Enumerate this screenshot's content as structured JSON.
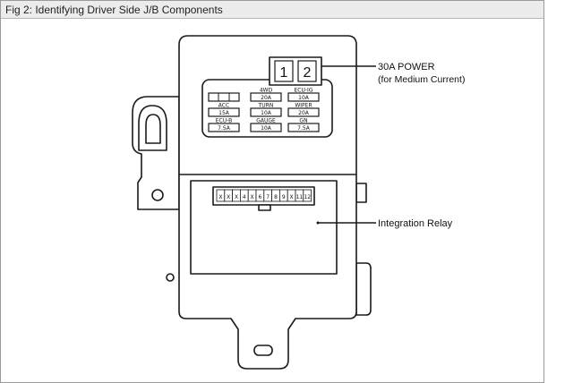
{
  "caption": "Fig 2: Identifying Driver Side J/B Components",
  "power_fuses": [
    "1",
    "2"
  ],
  "power_label_line1": "30A POWER",
  "power_label_line2": "(for Medium Current)",
  "relay_label": "Integration Relay",
  "fuse_rows": [
    [
      {
        "label": "",
        "value": ""
      },
      {
        "label": "4WD",
        "value": "20A"
      },
      {
        "label": "ECU-IG",
        "value": "10A"
      }
    ],
    [
      {
        "label": "ACC",
        "value": "15A"
      },
      {
        "label": "TURN",
        "value": "10A"
      },
      {
        "label": "WIPER",
        "value": "20A"
      }
    ],
    [
      {
        "label": "ECU-B",
        "value": "7.5A"
      },
      {
        "label": "GAUGE",
        "value": "10A"
      },
      {
        "label": "GN",
        "value": "7.5A"
      }
    ]
  ],
  "connector_pins": [
    "X",
    "X",
    "X",
    "4",
    "X",
    "6",
    "7",
    "8",
    "9",
    "X",
    "11",
    "12"
  ],
  "colors": {
    "line": "#1a1a1a",
    "frame_border": "#9a9a9a",
    "caption_bg": "#ececec"
  }
}
